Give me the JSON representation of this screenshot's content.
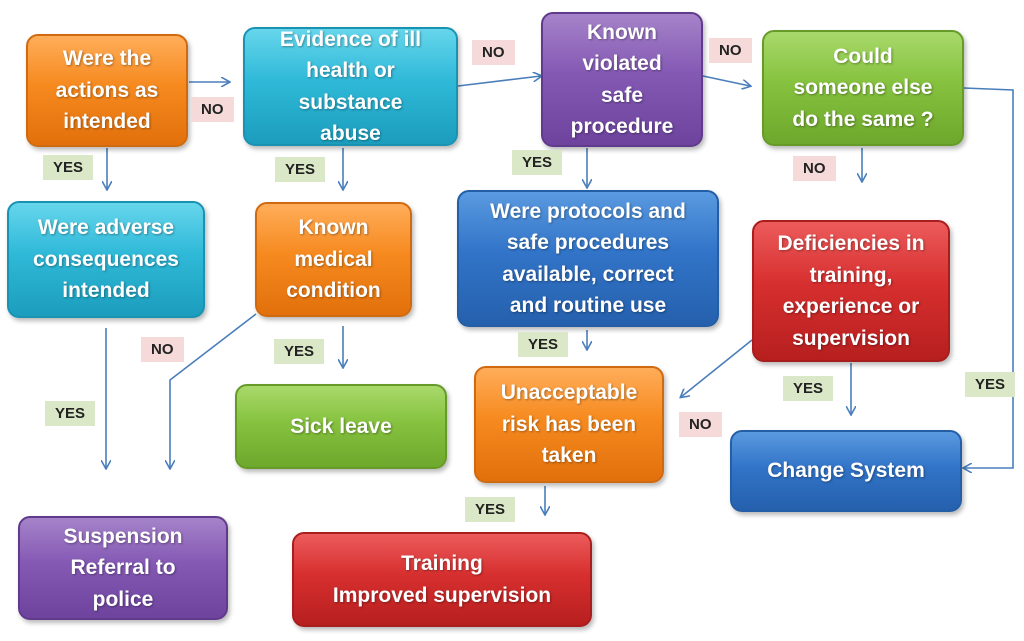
{
  "nodes": {
    "intended": "Were the\nactions as\nintended",
    "ill_health": "Evidence of ill\nhealth or\nsubstance\nabuse",
    "violated": "Known\nviolated\nsafe\nprocedure",
    "someone_else": "Could\nsomeone else\ndo the same ?",
    "adverse": "Were adverse\nconsequences\nintended",
    "medical": "Known\nmedical\ncondition",
    "protocols": "Were protocols and\nsafe procedures\navailable, correct\nand routine use",
    "deficiencies": "Deficiencies in\ntraining,\nexperience or\nsupervision",
    "sick_leave": "Sick leave",
    "unacceptable": "Unacceptable\nrisk has been\ntaken",
    "change_system": "Change System",
    "suspension": "Suspension\nReferral to\npolice",
    "training": "Training\nImproved supervision"
  },
  "labels": {
    "yes": "YES",
    "no": "NO"
  },
  "colors": {
    "orange": "#f68a1f",
    "cyan": "#2fb9d8",
    "purple": "#8459b4",
    "green": "#86c23f",
    "blue": "#3274c8",
    "red": "#d72f2f",
    "arrow": "#4a7ebb",
    "yes_label_bg": "#dbe8c7",
    "no_label_bg": "#f6dada"
  }
}
